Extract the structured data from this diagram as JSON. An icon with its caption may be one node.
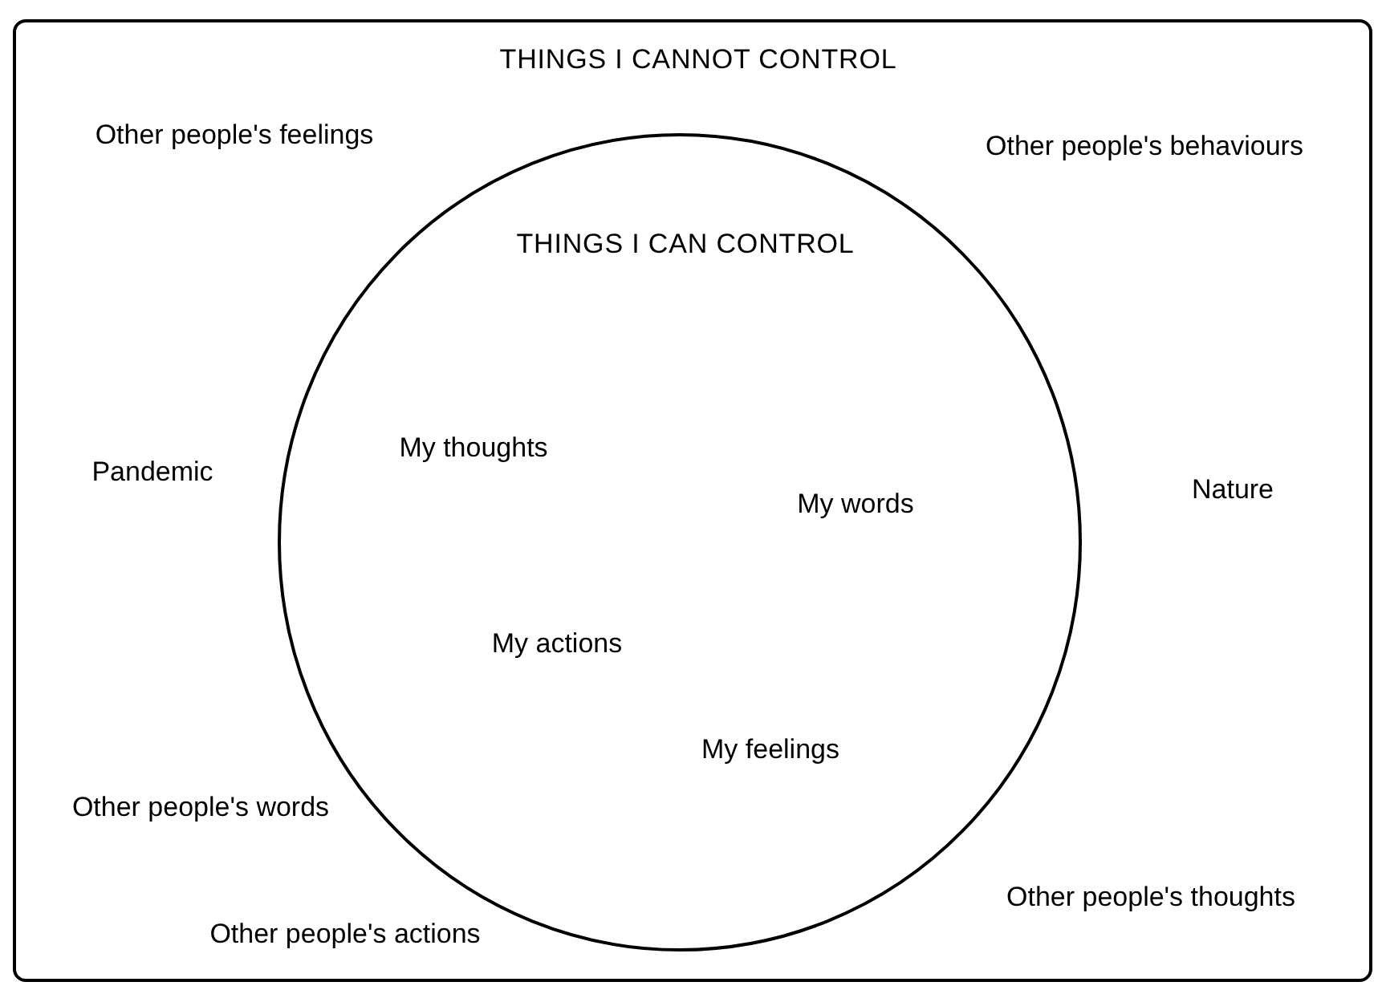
{
  "diagram": {
    "nodes": [
      {
        "text": [
          "THINGS I CANNOT CONTROL",
          "Other people's feelings",
          "Other people's behaviours",
          "Pandemic",
          "Nature",
          "Other people's words",
          "Other people's thoughts",
          "Other people's actions"
        ]
      },
      {
        "text": [
          "THINGS I CAN CONTROL",
          "My thoughts",
          "My words",
          "My actions",
          "My feelings"
        ],
        "in": 0
      }
    ]
  }
}
